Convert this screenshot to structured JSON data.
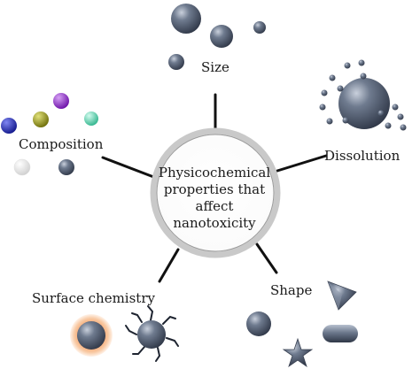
{
  "center": {
    "lines": [
      "Physicochemical",
      "properties that",
      "affect",
      "nanotoxicity"
    ]
  },
  "labels": {
    "size": "Size",
    "dissolution": "Dissolution",
    "shape": "Shape",
    "surface_chemistry": "Surface chemistry",
    "composition": "Composition"
  },
  "colors": {
    "particle": "#5a6578",
    "composition_blue": "#1a22a8",
    "composition_purple": "#8a1fc2",
    "composition_olive": "#8a8a10",
    "composition_mint": "#52d6b0",
    "composition_white": "#e8e8e8",
    "surface_glow": "#f08a4a"
  }
}
